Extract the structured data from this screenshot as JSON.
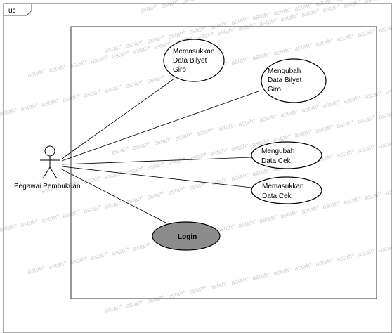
{
  "frame": {
    "tag": "uc"
  },
  "actor": {
    "name": "Pegawai Pembukuan"
  },
  "use_cases": [
    {
      "id": "uc1",
      "lines": [
        "Memasukkan",
        "Data Bilyet",
        "Giro"
      ],
      "highlighted": false
    },
    {
      "id": "uc2",
      "lines": [
        "Mengubah",
        "Data Bilyet",
        "Giro"
      ],
      "highlighted": false
    },
    {
      "id": "uc3",
      "lines": [
        "Mengubah",
        "Data Cek"
      ],
      "highlighted": false
    },
    {
      "id": "uc4",
      "lines": [
        "Memasukkan",
        "Data Cek"
      ],
      "highlighted": false
    },
    {
      "id": "uc5",
      "lines": [
        "Login"
      ],
      "highlighted": true
    }
  ],
  "watermark": "astah*",
  "colors": {
    "highlight_fill": "#8c8c8c",
    "stroke": "#000000",
    "watermark": "#cfcfcf"
  }
}
